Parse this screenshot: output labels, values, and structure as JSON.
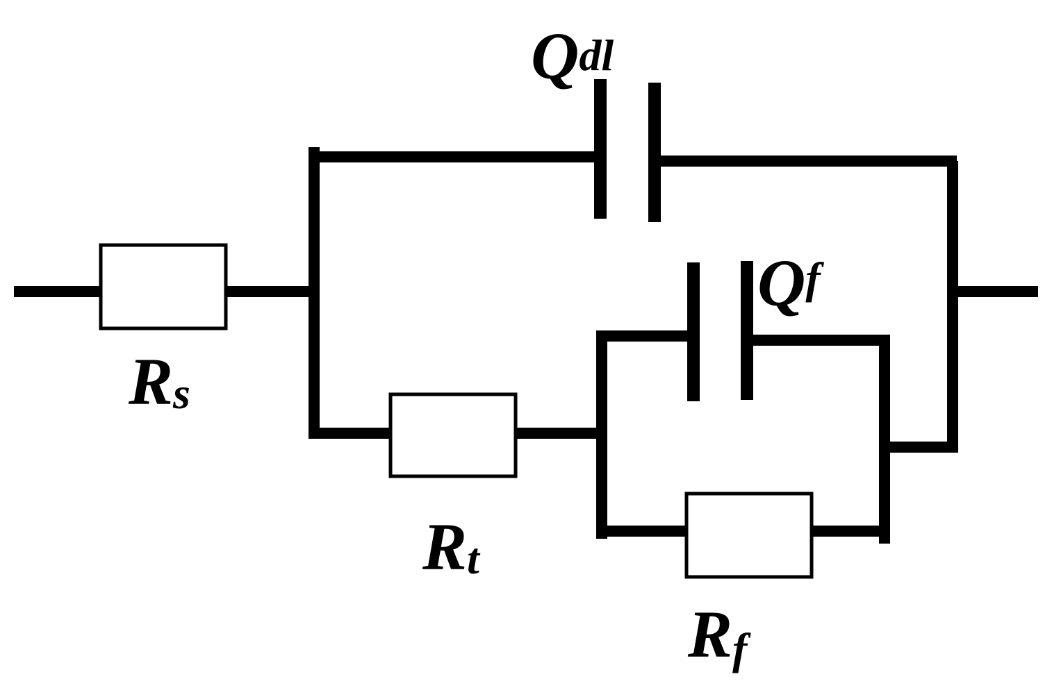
{
  "components": {
    "Rs": {
      "symbol": "R",
      "subscript": "s"
    },
    "Rt": {
      "symbol": "R",
      "subscript": "t"
    },
    "Rf": {
      "symbol": "R",
      "subscript": "f"
    },
    "Qdl": {
      "symbol": "Q",
      "subscript": "dl"
    },
    "Qf": {
      "symbol": "Q",
      "subscript": "f"
    }
  }
}
